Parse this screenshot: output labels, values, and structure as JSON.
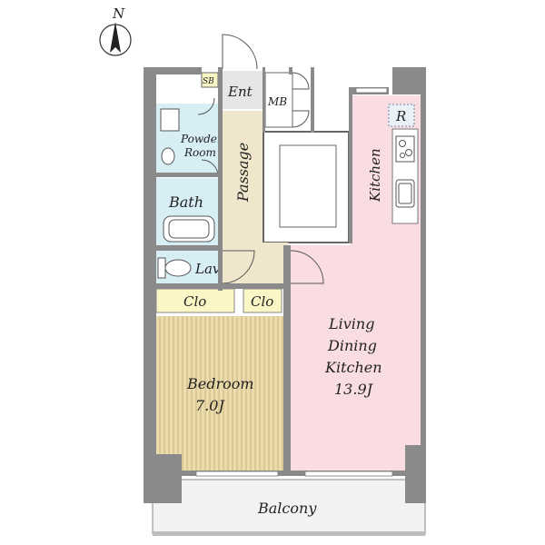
{
  "compass": {
    "label": "N",
    "icon": "north-arrow-icon"
  },
  "rooms": {
    "entrance": "Ent",
    "shoe_box": "SB",
    "meter_box": "MB",
    "passage": "Passage",
    "powder_room_line1": "Powder",
    "powder_room_line2": "Room",
    "bath": "Bath",
    "lavatory": "Lav",
    "kitchen": "Kitchen",
    "refrigerator": "R",
    "closet_left": "Clo",
    "closet_right": "Clo",
    "bedroom_name": "Bedroom",
    "bedroom_size": "7.0J",
    "ldk_line1": "Living",
    "ldk_line2": "Dining",
    "ldk_line3": "Kitchen",
    "ldk_size": "13.9J",
    "balcony": "Balcony"
  },
  "colors": {
    "wall": "#8a8a8a",
    "ldk_floor": "#f9dde2",
    "wet_area": "#d8eef5",
    "passage_floor": "#efe6cc",
    "bedroom_floor": "#ecdcac",
    "bedroom_stripe": "#c9b582",
    "closet": "#fbf6c6",
    "entrance_floor": "#e6e6e6",
    "balcony_floor": "#f2f2f2",
    "void": "#ffffff"
  }
}
